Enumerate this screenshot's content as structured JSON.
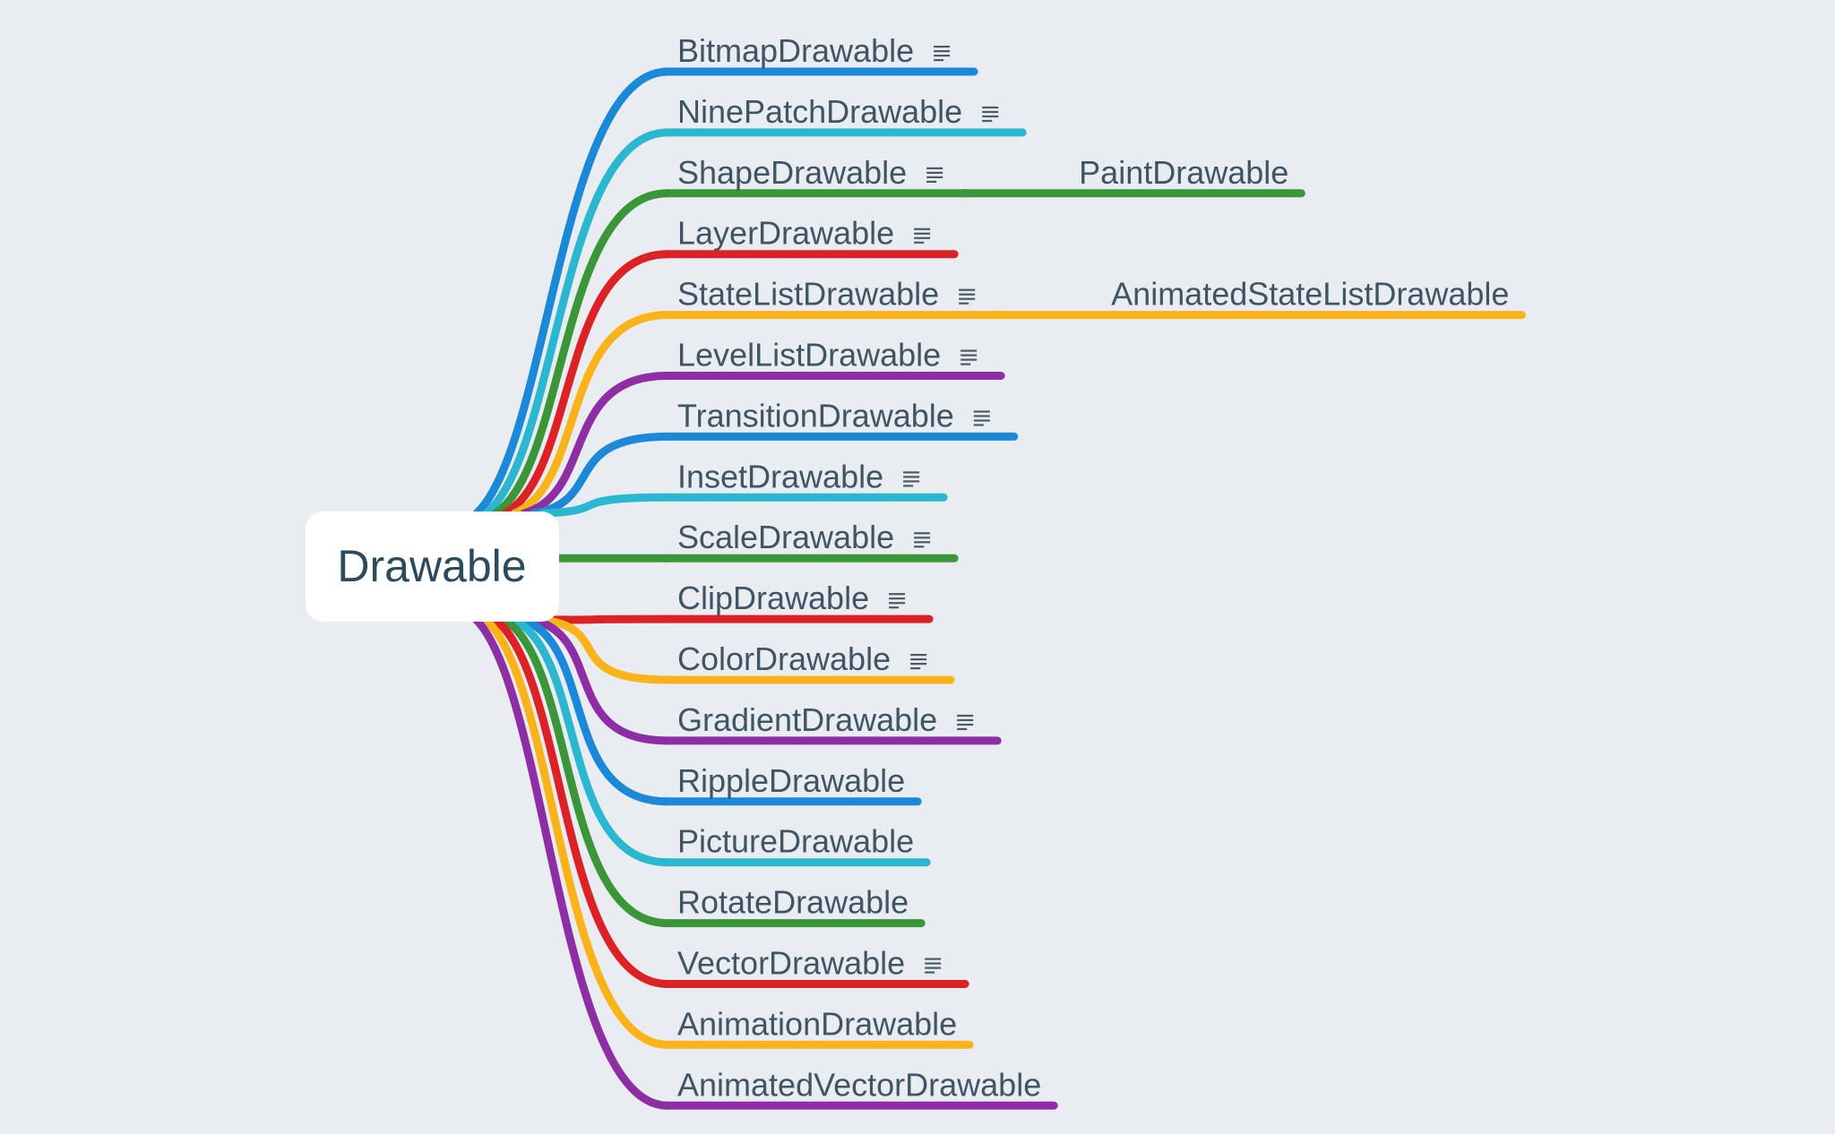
{
  "mindmap": {
    "background": "#e9ecf0",
    "root": {
      "label": "Drawable",
      "fill": "#ffffff",
      "text_color": "#2b4b5c"
    },
    "branch_text_color": "#3f5566",
    "note_icon_color": "#4a5a66",
    "palette": [
      "#1b88d8",
      "#2bb7cf",
      "#3a9638",
      "#dc2127",
      "#fbb319",
      "#8e2ea4"
    ],
    "branches": [
      {
        "label": "BitmapDrawable",
        "has_note": true,
        "color": "#1b88d8"
      },
      {
        "label": "NinePatchDrawable",
        "has_note": true,
        "color": "#2bb7cf"
      },
      {
        "label": "ShapeDrawable",
        "has_note": true,
        "color": "#3a9638",
        "children": [
          {
            "label": "PaintDrawable"
          }
        ]
      },
      {
        "label": "LayerDrawable",
        "has_note": true,
        "color": "#dc2127"
      },
      {
        "label": "StateListDrawable",
        "has_note": true,
        "color": "#fbb319",
        "children": [
          {
            "label": "AnimatedStateListDrawable"
          }
        ]
      },
      {
        "label": "LevelListDrawable",
        "has_note": true,
        "color": "#8e2ea4"
      },
      {
        "label": "TransitionDrawable",
        "has_note": true,
        "color": "#1b88d8"
      },
      {
        "label": "InsetDrawable",
        "has_note": true,
        "color": "#2bb7cf"
      },
      {
        "label": "ScaleDrawable",
        "has_note": true,
        "color": "#3a9638"
      },
      {
        "label": "ClipDrawable",
        "has_note": true,
        "color": "#dc2127"
      },
      {
        "label": "ColorDrawable",
        "has_note": true,
        "color": "#fbb319"
      },
      {
        "label": "GradientDrawable",
        "has_note": true,
        "color": "#8e2ea4"
      },
      {
        "label": "RippleDrawable",
        "has_note": false,
        "color": "#1b88d8"
      },
      {
        "label": "PictureDrawable",
        "has_note": false,
        "color": "#2bb7cf"
      },
      {
        "label": "RotateDrawable",
        "has_note": false,
        "color": "#3a9638"
      },
      {
        "label": "VectorDrawable",
        "has_note": true,
        "color": "#dc2127"
      },
      {
        "label": "AnimationDrawable",
        "has_note": false,
        "color": "#fbb319"
      },
      {
        "label": "AnimatedVectorDrawable",
        "has_note": false,
        "color": "#8e2ea4"
      }
    ]
  }
}
